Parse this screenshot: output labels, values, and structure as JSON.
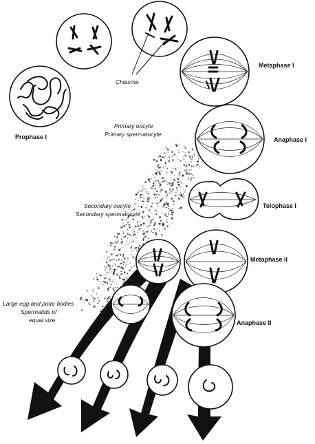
{
  "labels": {
    "chiasma": "Chiasma",
    "prophase_1": "Prophase I",
    "primary_oocyte": "Primary oocyte",
    "primary_spermatocyte": "Primary spermatocyte",
    "metaphase_1": "Metaphase I",
    "anaphase_1": "Anaphase I",
    "telophase_1": "Telophase I",
    "secondary_oocyte": "Secondary oocyte",
    "secondary_spermatocyte": "Secondary spermatocyte",
    "metaphase_2": "Metaphase II",
    "anaphase_2": "Anaphase II",
    "large_egg_line1": "Large egg and polar bodies",
    "spermatids_line1": "Spermatids of",
    "spermatids_line2": "equal size"
  }
}
